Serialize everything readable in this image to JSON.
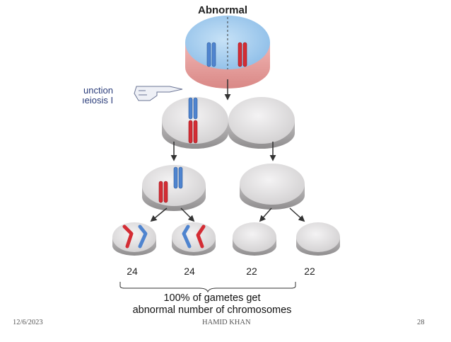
{
  "slide": {
    "title": "Abnormal",
    "side_label_line1": "unction",
    "side_label_line2": "ıeiosis I",
    "chromosome_counts": [
      "24",
      "24",
      "22",
      "22"
    ],
    "caption_line1": "100% of gametes get",
    "caption_line2": "abnormal number of chromosomes"
  },
  "footer": {
    "date": "12/6/2023",
    "author": "HAMID KHAN",
    "page": "28"
  },
  "colors": {
    "parent_cell": "#9cc8ec",
    "parent_rim": "#e9a3a2",
    "cell_gray": "#dcdadb",
    "chromosome_blue": "#4f84cf",
    "chromosome_red": "#d42c34",
    "arrow": "#333333"
  },
  "icons": [
    "pointing-hand-icon"
  ]
}
